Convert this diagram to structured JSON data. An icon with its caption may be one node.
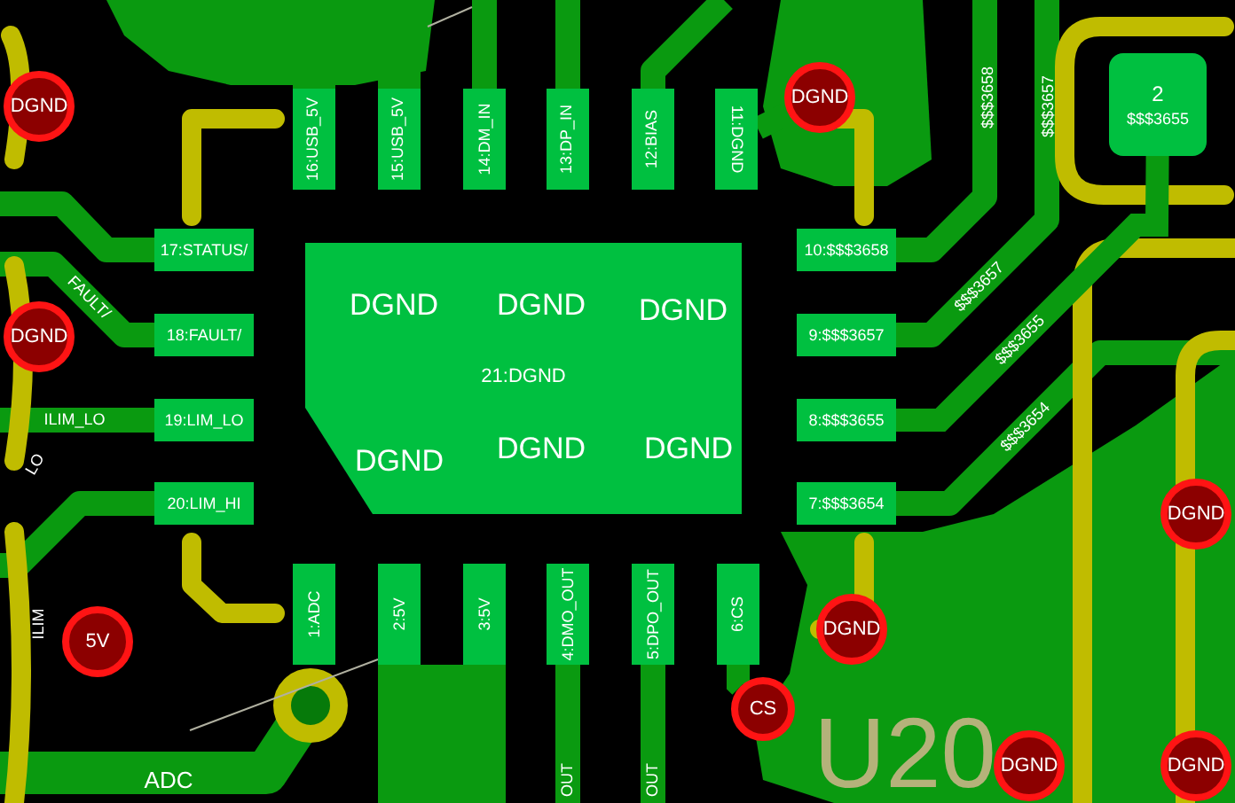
{
  "diagram": {
    "nodes": [
      {
        "text": [
          "16:USB_5V"
        ]
      },
      {
        "text": [
          "15:USB_5V"
        ]
      },
      {
        "text": [
          "14:DM_IN"
        ]
      },
      {
        "text": [
          "13:DP_IN"
        ]
      },
      {
        "text": [
          "12:BIAS"
        ]
      },
      {
        "text": [
          "11:DGND"
        ]
      },
      {
        "text": [
          "DGND"
        ]
      },
      {
        "text": [
          "2",
          "$$$3655"
        ]
      },
      {
        "text": [
          "DGND"
        ]
      },
      {
        "text": [
          "DGND"
        ]
      },
      {
        "text": [
          "17:STATUS/"
        ]
      },
      {
        "text": [
          "18:FAULT/"
        ]
      },
      {
        "text": [
          "19:LIM_LO"
        ]
      },
      {
        "text": [
          "20:LIM_HI"
        ]
      },
      {
        "text": [
          "DGND",
          "DGND",
          "DGND",
          "21:DGND",
          "DGND",
          "DGND",
          "DGND"
        ]
      },
      {
        "text": [
          "10:$$$3658"
        ]
      },
      {
        "text": [
          "9:$$$3657"
        ]
      },
      {
        "text": [
          "8:$$$3655"
        ]
      },
      {
        "text": [
          "7:$$$3654"
        ]
      },
      {
        "text": [
          "5V"
        ]
      },
      {
        "text": [
          "1:ADC"
        ]
      },
      {
        "text": [
          "2:5V"
        ]
      },
      {
        "text": [
          "3:5V"
        ]
      },
      {
        "text": [
          "4:DMO_OUT"
        ]
      },
      {
        "text": [
          "5:DPO_OUT"
        ]
      },
      {
        "text": [
          "6:CS"
        ]
      },
      {
        "text": [
          "DGND"
        ]
      },
      {
        "text": [
          "CS"
        ]
      },
      {
        "text": [
          "DGND"
        ]
      },
      {
        "text": [
          "DGND"
        ]
      },
      {
        "text": [
          "DGND"
        ]
      }
    ],
    "edges": [
      {
        "from": 25,
        "to": 27,
        "arrow": "none"
      },
      {
        "from": 5,
        "to": 6,
        "arrow": "none"
      },
      {
        "from": 17,
        "to": 7,
        "arrow": "none"
      }
    ],
    "labels": [
      "$$$3658",
      "$$$3657",
      "$$$3657",
      "FAULT/",
      "$$$3655",
      "$$$3654",
      "ILIM_LO",
      "LO",
      "ILIM",
      "U20",
      "ADC",
      "OUT",
      "OUT"
    ]
  }
}
